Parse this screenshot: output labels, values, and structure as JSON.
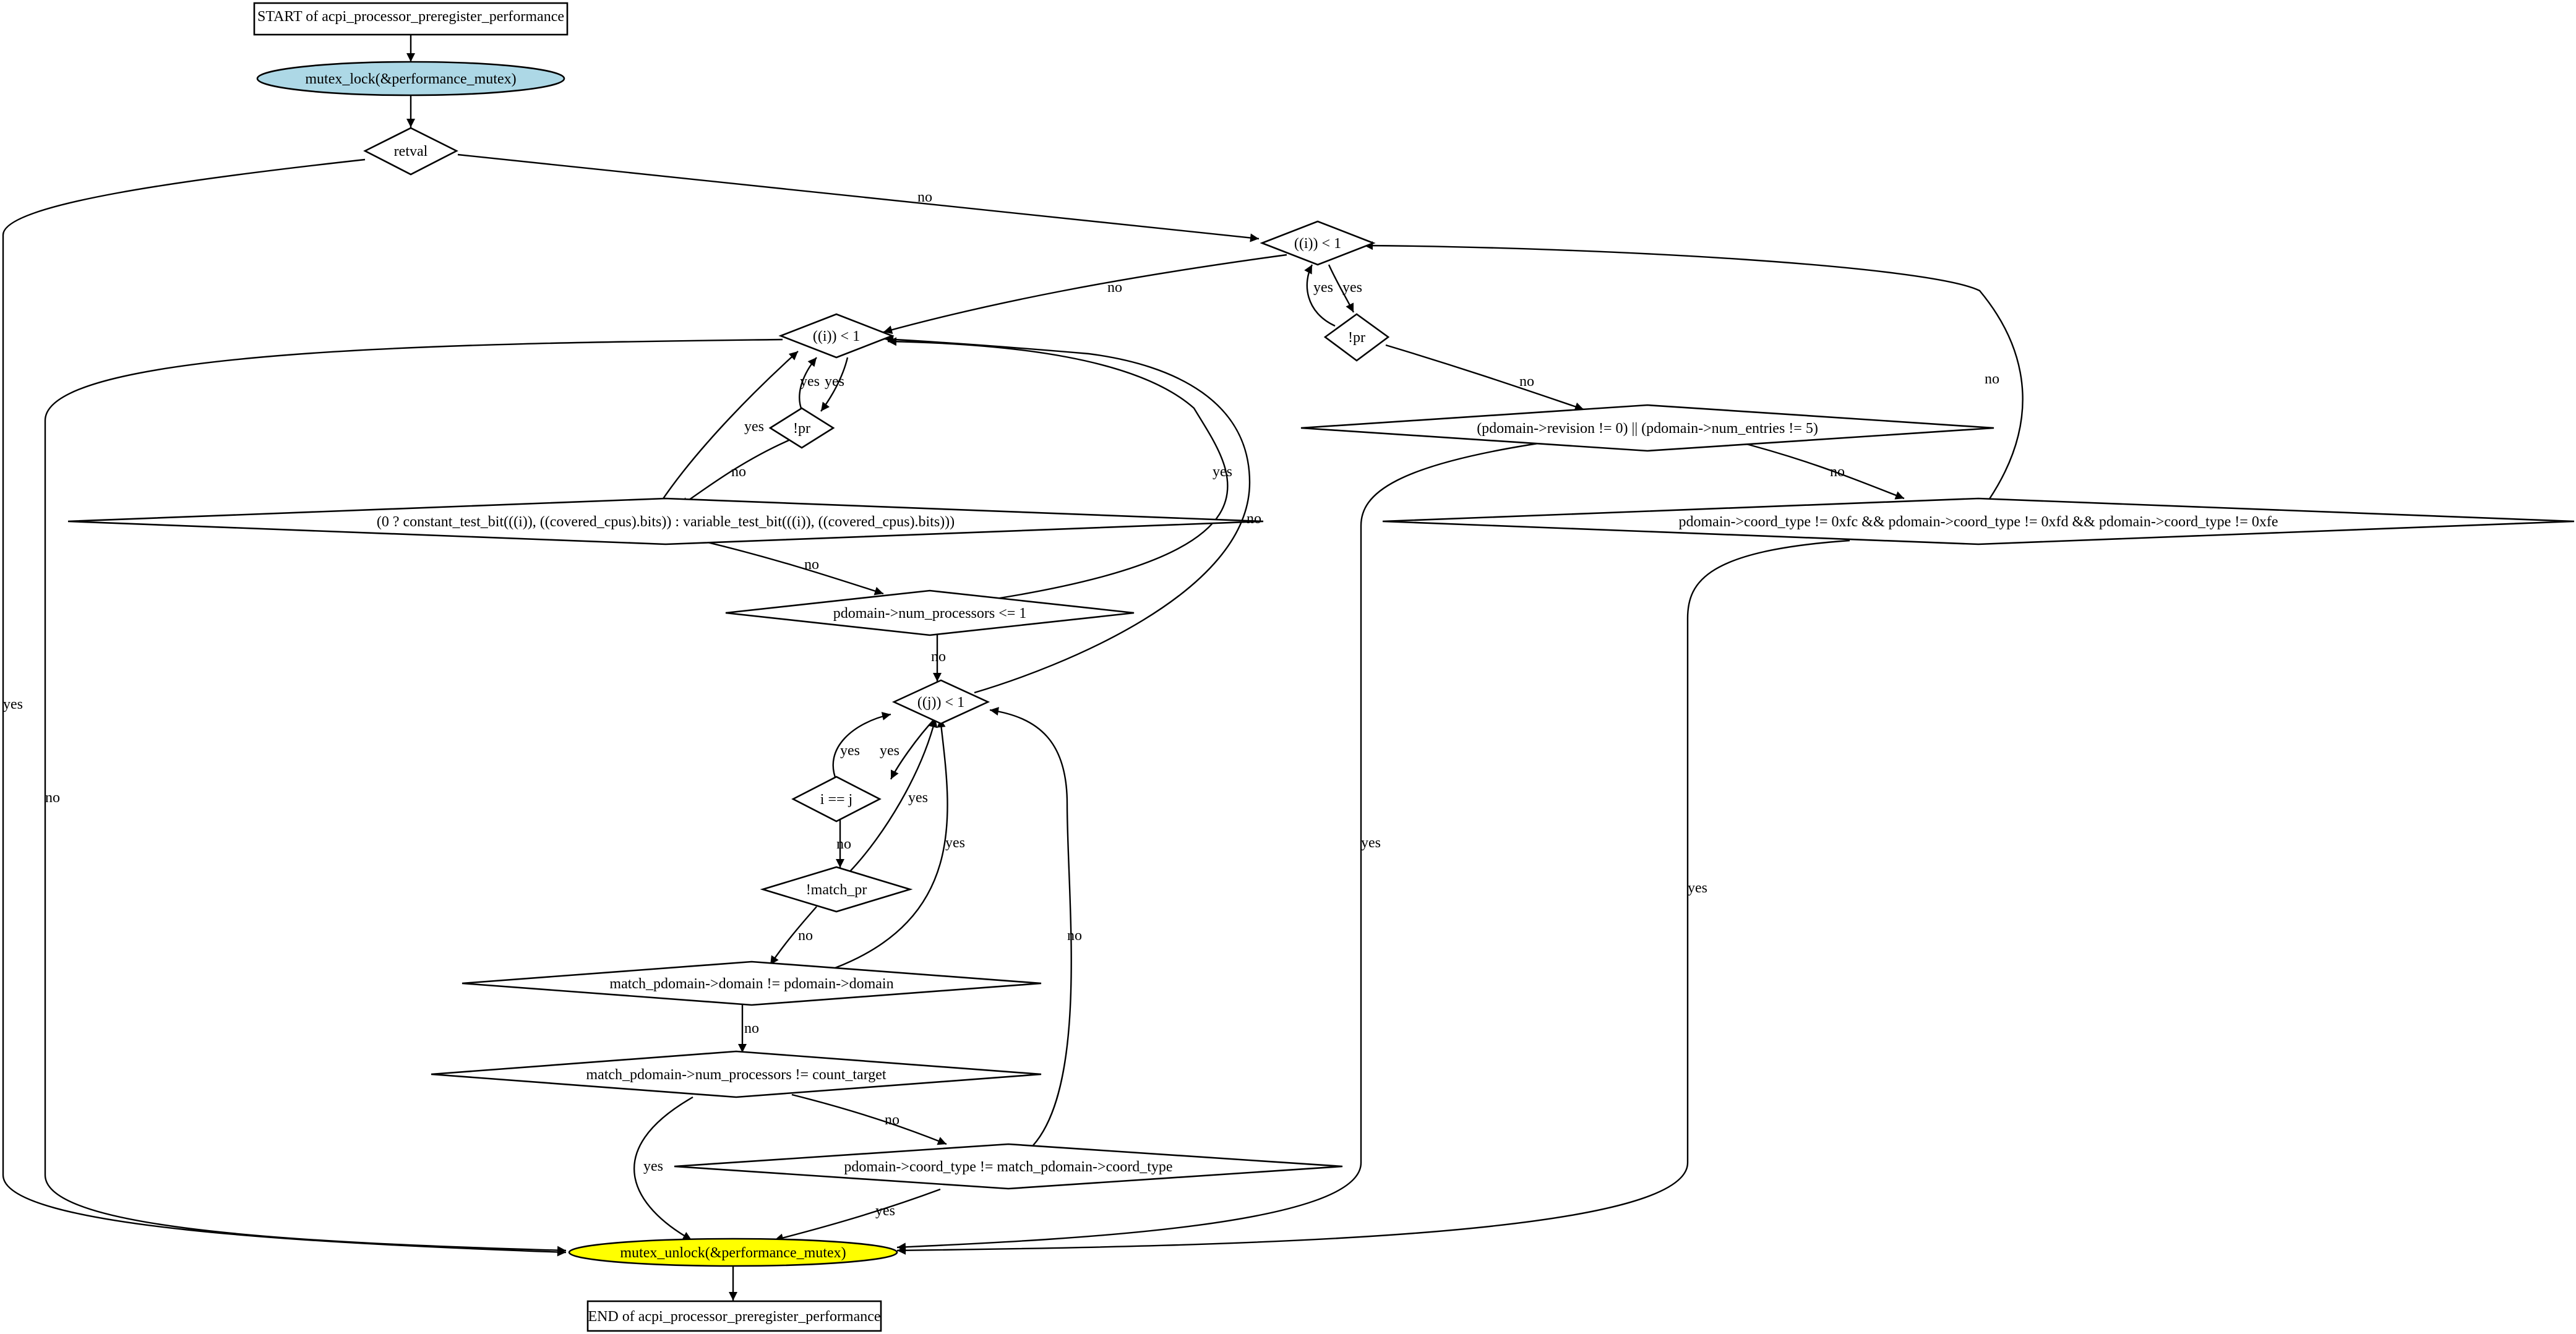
{
  "colors": {
    "line": "#000000",
    "default_fill": "#ffffff",
    "lock_fill": "#add8e6",
    "unlock_fill": "#ffff00"
  },
  "nodes": {
    "start": "START of acpi_processor_preregister_performance",
    "lock": "mutex_lock(&performance_mutex)",
    "retval": "retval",
    "i_lt_1_a": "((i)) < 1",
    "pr_a": "!pr",
    "revision_check": "(pdomain->revision != 0) || (pdomain->num_entries != 5)",
    "coord_type_check": "pdomain->coord_type != 0xfc && pdomain->coord_type != 0xfd && pdomain->coord_type != 0xfe",
    "i_lt_1_b": "((i)) < 1",
    "pr_b": "!pr",
    "test_bit": "(0 ? constant_test_bit(((i)), ((covered_cpus).bits)) : variable_test_bit(((i)), ((covered_cpus).bits)))",
    "num_processors": "pdomain->num_processors <= 1",
    "j_lt_1": "((j)) < 1",
    "i_eq_j": "i == j",
    "match_pr": "!match_pr",
    "match_domain": "match_pdomain->domain != pdomain->domain",
    "match_num": "match_pdomain->num_processors != count_target",
    "match_coord": "pdomain->coord_type != match_pdomain->coord_type",
    "unlock": "mutex_unlock(&performance_mutex)",
    "end": "END of acpi_processor_preregister_performance"
  },
  "edges": [
    {
      "id": "e-retval-i1a-no",
      "label": "no"
    },
    {
      "id": "e-retval-unlock-yes",
      "label": "yes"
    },
    {
      "id": "e-i1a-pra-yes",
      "label": "yes"
    },
    {
      "id": "e-pra-i1a-yes",
      "label": "yes"
    },
    {
      "id": "e-i1a-i1b-no",
      "label": "no"
    },
    {
      "id": "e-pra-rev-no",
      "label": "no"
    },
    {
      "id": "e-rev-coord-no",
      "label": "no"
    },
    {
      "id": "e-coord-i1a-no",
      "label": "no"
    },
    {
      "id": "e-rev-unlock-yes",
      "label": "yes"
    },
    {
      "id": "e-coord-unlock-yes",
      "label": "yes"
    },
    {
      "id": "e-i1b-prb-yes",
      "label": "yes"
    },
    {
      "id": "e-prb-i1b-yes",
      "label": "yes"
    },
    {
      "id": "e-i1b-unlock-no",
      "label": "no"
    },
    {
      "id": "e-prb-test-no",
      "label": "no"
    },
    {
      "id": "e-test-i1b-yes",
      "label": "yes"
    },
    {
      "id": "e-test-num-no",
      "label": "no"
    },
    {
      "id": "e-num-i1b-yes",
      "label": "yes"
    },
    {
      "id": "e-num-j1-no",
      "label": "no"
    },
    {
      "id": "e-j1-i1b-no",
      "label": "no"
    },
    {
      "id": "e-j1-ieqj-yes",
      "label": "yes"
    },
    {
      "id": "e-ieqj-j1-yes",
      "label": "yes"
    },
    {
      "id": "e-ieqj-matchpr-no",
      "label": "no"
    },
    {
      "id": "e-matchpr-j1-yes",
      "label": "yes"
    },
    {
      "id": "e-matchpr-domain-no",
      "label": "no"
    },
    {
      "id": "e-domain-j1-yes",
      "label": "yes"
    },
    {
      "id": "e-domain-num-no",
      "label": "no"
    },
    {
      "id": "e-matchnum-coord-no",
      "label": "no"
    },
    {
      "id": "e-matchnum-unlock-yes",
      "label": "yes"
    },
    {
      "id": "e-mcoord-j1-no",
      "label": "no"
    },
    {
      "id": "e-mcoord-unlock-yes",
      "label": "yes"
    }
  ]
}
